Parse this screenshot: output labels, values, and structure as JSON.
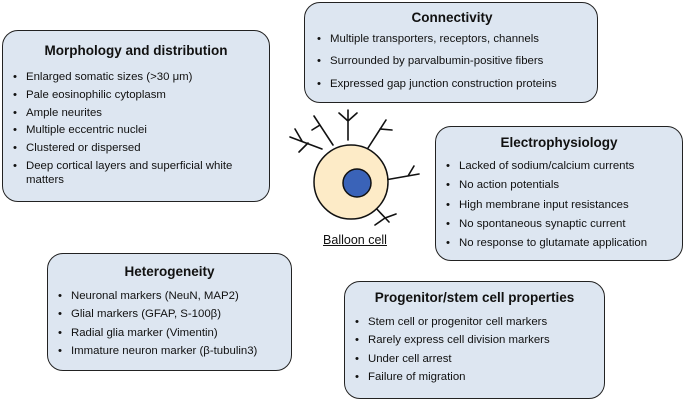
{
  "morphology": {
    "title": "Morphology and distribution",
    "items": [
      "Enlarged somatic sizes (>30 μm)",
      "Pale eosinophilic cytoplasm",
      "Ample neurites",
      "Multiple eccentric nuclei",
      "Clustered or dispersed",
      "Deep cortical layers and superficial white matters"
    ]
  },
  "connectivity": {
    "title": "Connectivity",
    "items": [
      "Multiple transporters, receptors, channels",
      "Surrounded by parvalbumin-positive fibers",
      "Expressed gap junction construction proteins"
    ]
  },
  "electrophysiology": {
    "title": "Electrophysiology",
    "items": [
      "Lacked of sodium/calcium currents",
      "No action potentials",
      "High membrane input resistances",
      "No spontaneous synaptic current",
      "No response to glutamate application"
    ]
  },
  "heterogeneity": {
    "title": "Heterogeneity",
    "items": [
      "Neuronal markers (NeuN, MAP2)",
      "Glial markers (GFAP, S-100β)",
      "Radial glia marker (Vimentin)",
      "Immature neuron marker (β-tubulin3)"
    ]
  },
  "progenitor": {
    "title": "Progenitor/stem cell properties",
    "items": [
      "Stem cell or progenitor cell markers",
      "Rarely express cell division markers",
      "Under cell arrest",
      "Failure of migration"
    ]
  },
  "cell": {
    "label": "Balloon cell",
    "colors": {
      "cytoplasm": "#fdebc7",
      "nucleus": "#3a63b8",
      "box_fill": "#dde6f1"
    }
  }
}
